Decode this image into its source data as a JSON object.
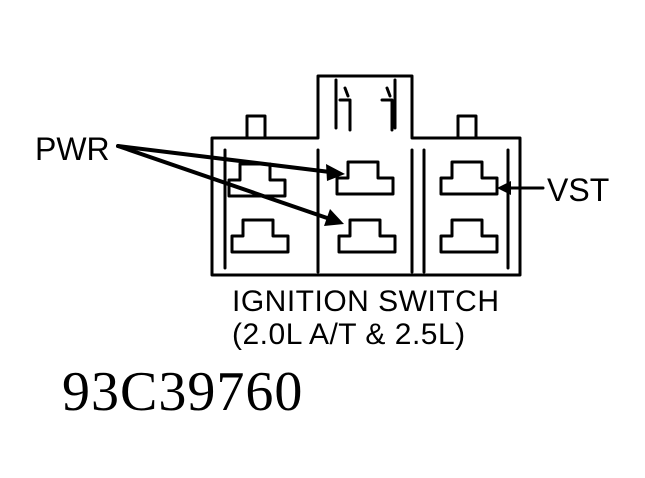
{
  "labels": {
    "pwr": "PWR",
    "vst": "VST",
    "caption_line1": "IGNITION SWITCH",
    "caption_line2": "(2.0L A/T & 2.5L)"
  },
  "figure_code": "93C39760"
}
